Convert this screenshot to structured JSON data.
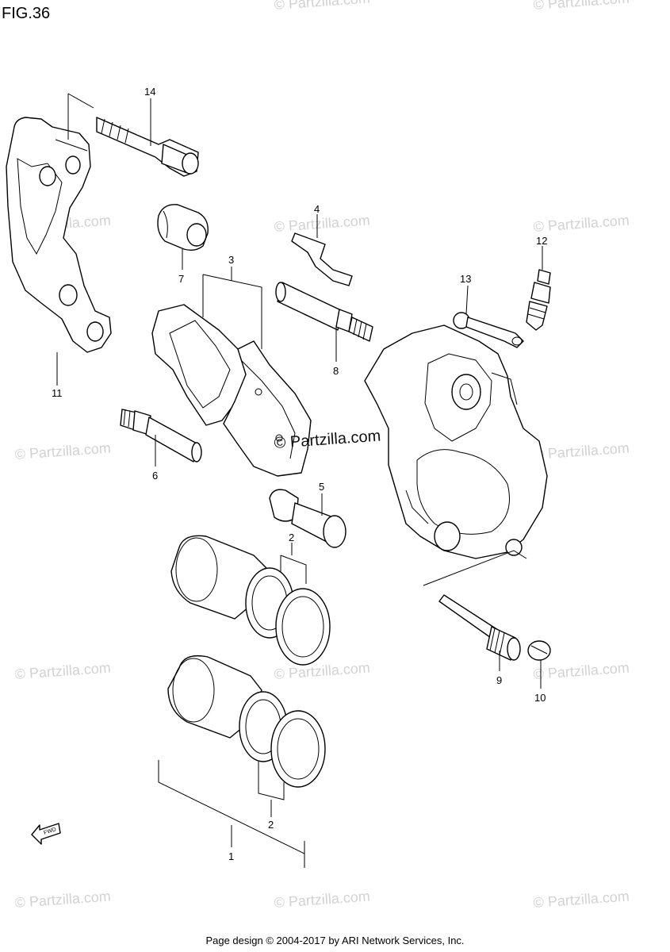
{
  "figure": {
    "title": "FIG.36"
  },
  "watermark": {
    "text": "© Partzilla.com",
    "center_text": "© Partzilla.com"
  },
  "footer": {
    "text": "Page design © 2004-2017 by ARI Network Services, Inc."
  },
  "fwd_label": "FWD",
  "callouts": {
    "c1": "1",
    "c2a": "2",
    "c2b": "2",
    "c3": "3",
    "c4": "4",
    "c5": "5",
    "c6": "6",
    "c7": "7",
    "c8": "8",
    "c9": "9",
    "c10": "10",
    "c11": "11",
    "c12": "12",
    "c13": "13",
    "c14": "14"
  }
}
